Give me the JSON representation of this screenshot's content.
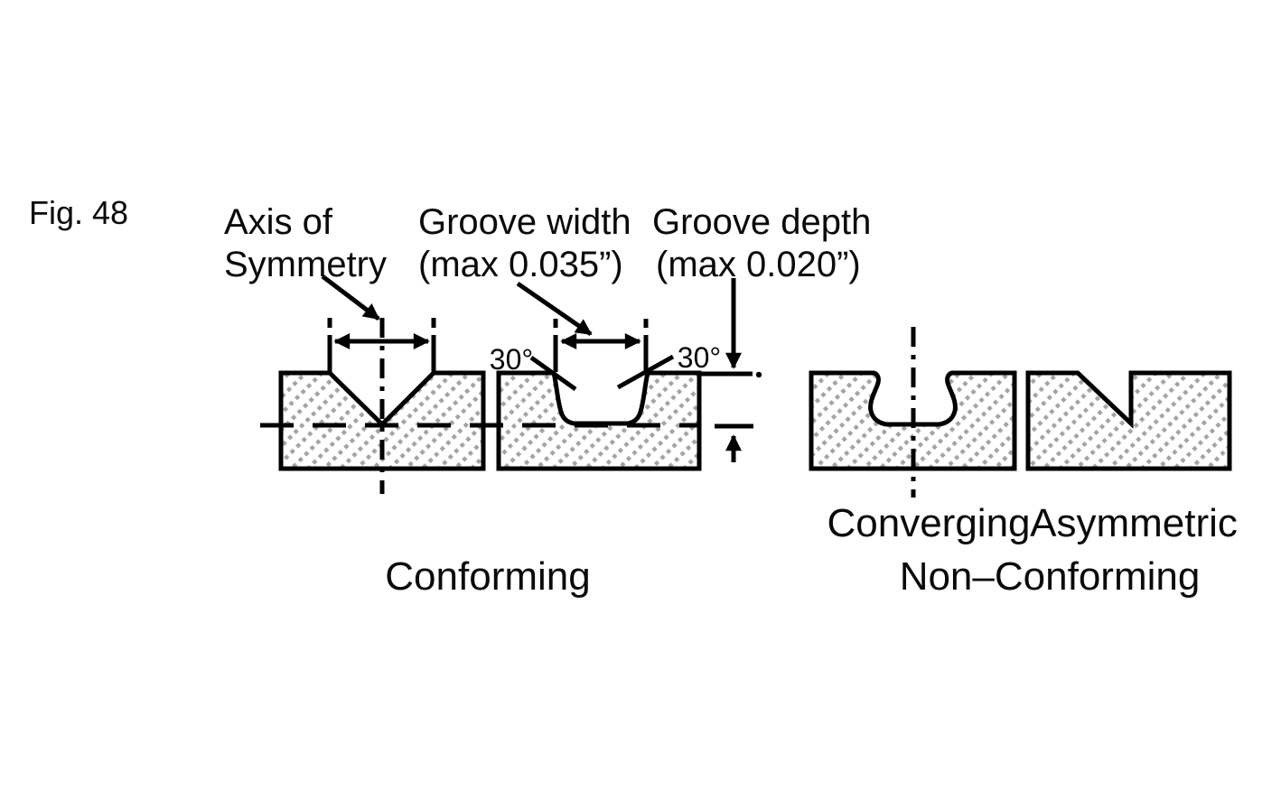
{
  "figure": {
    "label": "Fig. 48",
    "annotations": {
      "axis_of_symmetry": {
        "line1": "Axis of",
        "line2": "Symmetry"
      },
      "groove_width": {
        "line1": "Groove width",
        "line2": "(max 0.035”)"
      },
      "groove_depth": {
        "line1": "Groove depth",
        "line2": "(max 0.020”)"
      },
      "angle_left": "30°",
      "angle_right": "30°"
    },
    "captions": {
      "conforming": "Conforming",
      "converging": "Converging",
      "asymmetric": "Asymmetric",
      "non_conforming": "Non–Conforming"
    },
    "colors": {
      "line": "#000000",
      "fig_label": "#6f6f73",
      "hatch_dot": "#a3a3a3",
      "background": "#ffffff"
    }
  }
}
